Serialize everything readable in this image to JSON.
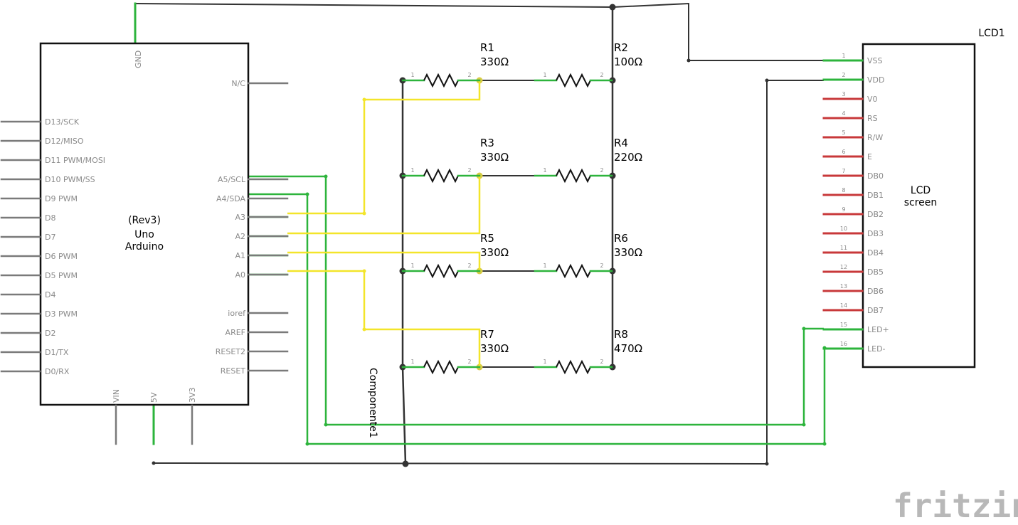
{
  "colors": {
    "wire_dark": "#333333",
    "wire_green": "#2db43c",
    "wire_yellow": "#f3e52a",
    "pin_red": "#c8383a",
    "pin_gray": "#7a7a7a",
    "junction_yellow": "#d8cc45"
  },
  "arduino": {
    "name_lines": [
      "(Rev3)",
      "Uno",
      "Arduino"
    ],
    "left_pins": [
      "D13/SCK",
      "D12/MISO",
      "D11 PWM/MOSI",
      "D10 PWM/SS",
      "D9 PWM",
      "D8",
      "D7",
      "D6 PWM",
      "D5 PWM",
      "D4",
      "D3 PWM",
      "D2",
      "D1/TX",
      "D0/RX"
    ],
    "right_pins": [
      "N/C",
      "A5/SCL",
      "A4/SDA",
      "A3",
      "A2",
      "A1",
      "A0",
      "ioref",
      "AREF",
      "RESET2",
      "RESET"
    ],
    "top_pin": "GND",
    "bottom_pins": [
      "VIN",
      "5V",
      "3V3"
    ]
  },
  "lcd": {
    "ref": "LCD1",
    "name_lines": [
      "LCD",
      "screen"
    ],
    "pins": [
      {
        "num": "1",
        "label": "VSS"
      },
      {
        "num": "2",
        "label": "VDD"
      },
      {
        "num": "3",
        "label": "V0"
      },
      {
        "num": "4",
        "label": "RS"
      },
      {
        "num": "5",
        "label": "R/W"
      },
      {
        "num": "6",
        "label": "E"
      },
      {
        "num": "7",
        "label": "DB0"
      },
      {
        "num": "8",
        "label": "DB1"
      },
      {
        "num": "9",
        "label": "DB2"
      },
      {
        "num": "10",
        "label": "DB3"
      },
      {
        "num": "11",
        "label": "DB4"
      },
      {
        "num": "12",
        "label": "DB5"
      },
      {
        "num": "13",
        "label": "DB6"
      },
      {
        "num": "14",
        "label": "DB7"
      },
      {
        "num": "15",
        "label": "LED+"
      },
      {
        "num": "16",
        "label": "LED-"
      }
    ]
  },
  "resistors": [
    {
      "ref": "R1",
      "value": "330Ω"
    },
    {
      "ref": "R2",
      "value": "100Ω"
    },
    {
      "ref": "R3",
      "value": "330Ω"
    },
    {
      "ref": "R4",
      "value": "220Ω"
    },
    {
      "ref": "R5",
      "value": "330Ω"
    },
    {
      "ref": "R6",
      "value": "330Ω"
    },
    {
      "ref": "R7",
      "value": "330Ω"
    },
    {
      "ref": "R8",
      "value": "470Ω"
    }
  ],
  "resistor_pin_labels": [
    "1",
    "2"
  ],
  "component_label": "Componente1",
  "brand": "fritzing"
}
